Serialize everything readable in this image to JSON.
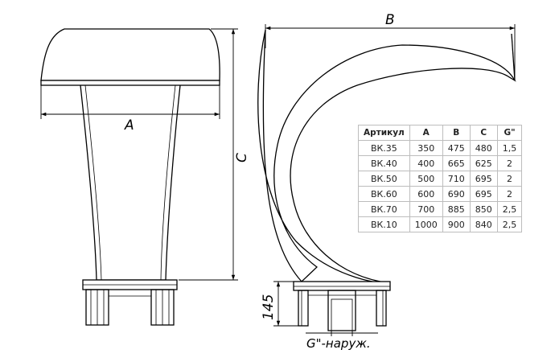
{
  "dimensions": {
    "a": "A",
    "b": "B",
    "c": "C",
    "height_145": "145",
    "thread_note": "G\"-наруж."
  },
  "spec_table": {
    "headers": [
      "Артикул",
      "A",
      "B",
      "C",
      "G\""
    ],
    "rows": [
      [
        "ВК.35",
        "350",
        "475",
        "480",
        "1,5"
      ],
      [
        "ВК.40",
        "400",
        "665",
        "625",
        "2"
      ],
      [
        "ВК.50",
        "500",
        "710",
        "695",
        "2"
      ],
      [
        "ВК.60",
        "600",
        "690",
        "695",
        "2"
      ],
      [
        "ВК.70",
        "700",
        "885",
        "850",
        "2,5"
      ],
      [
        "ВК.10",
        "1000",
        "900",
        "840",
        "2,5"
      ]
    ]
  }
}
